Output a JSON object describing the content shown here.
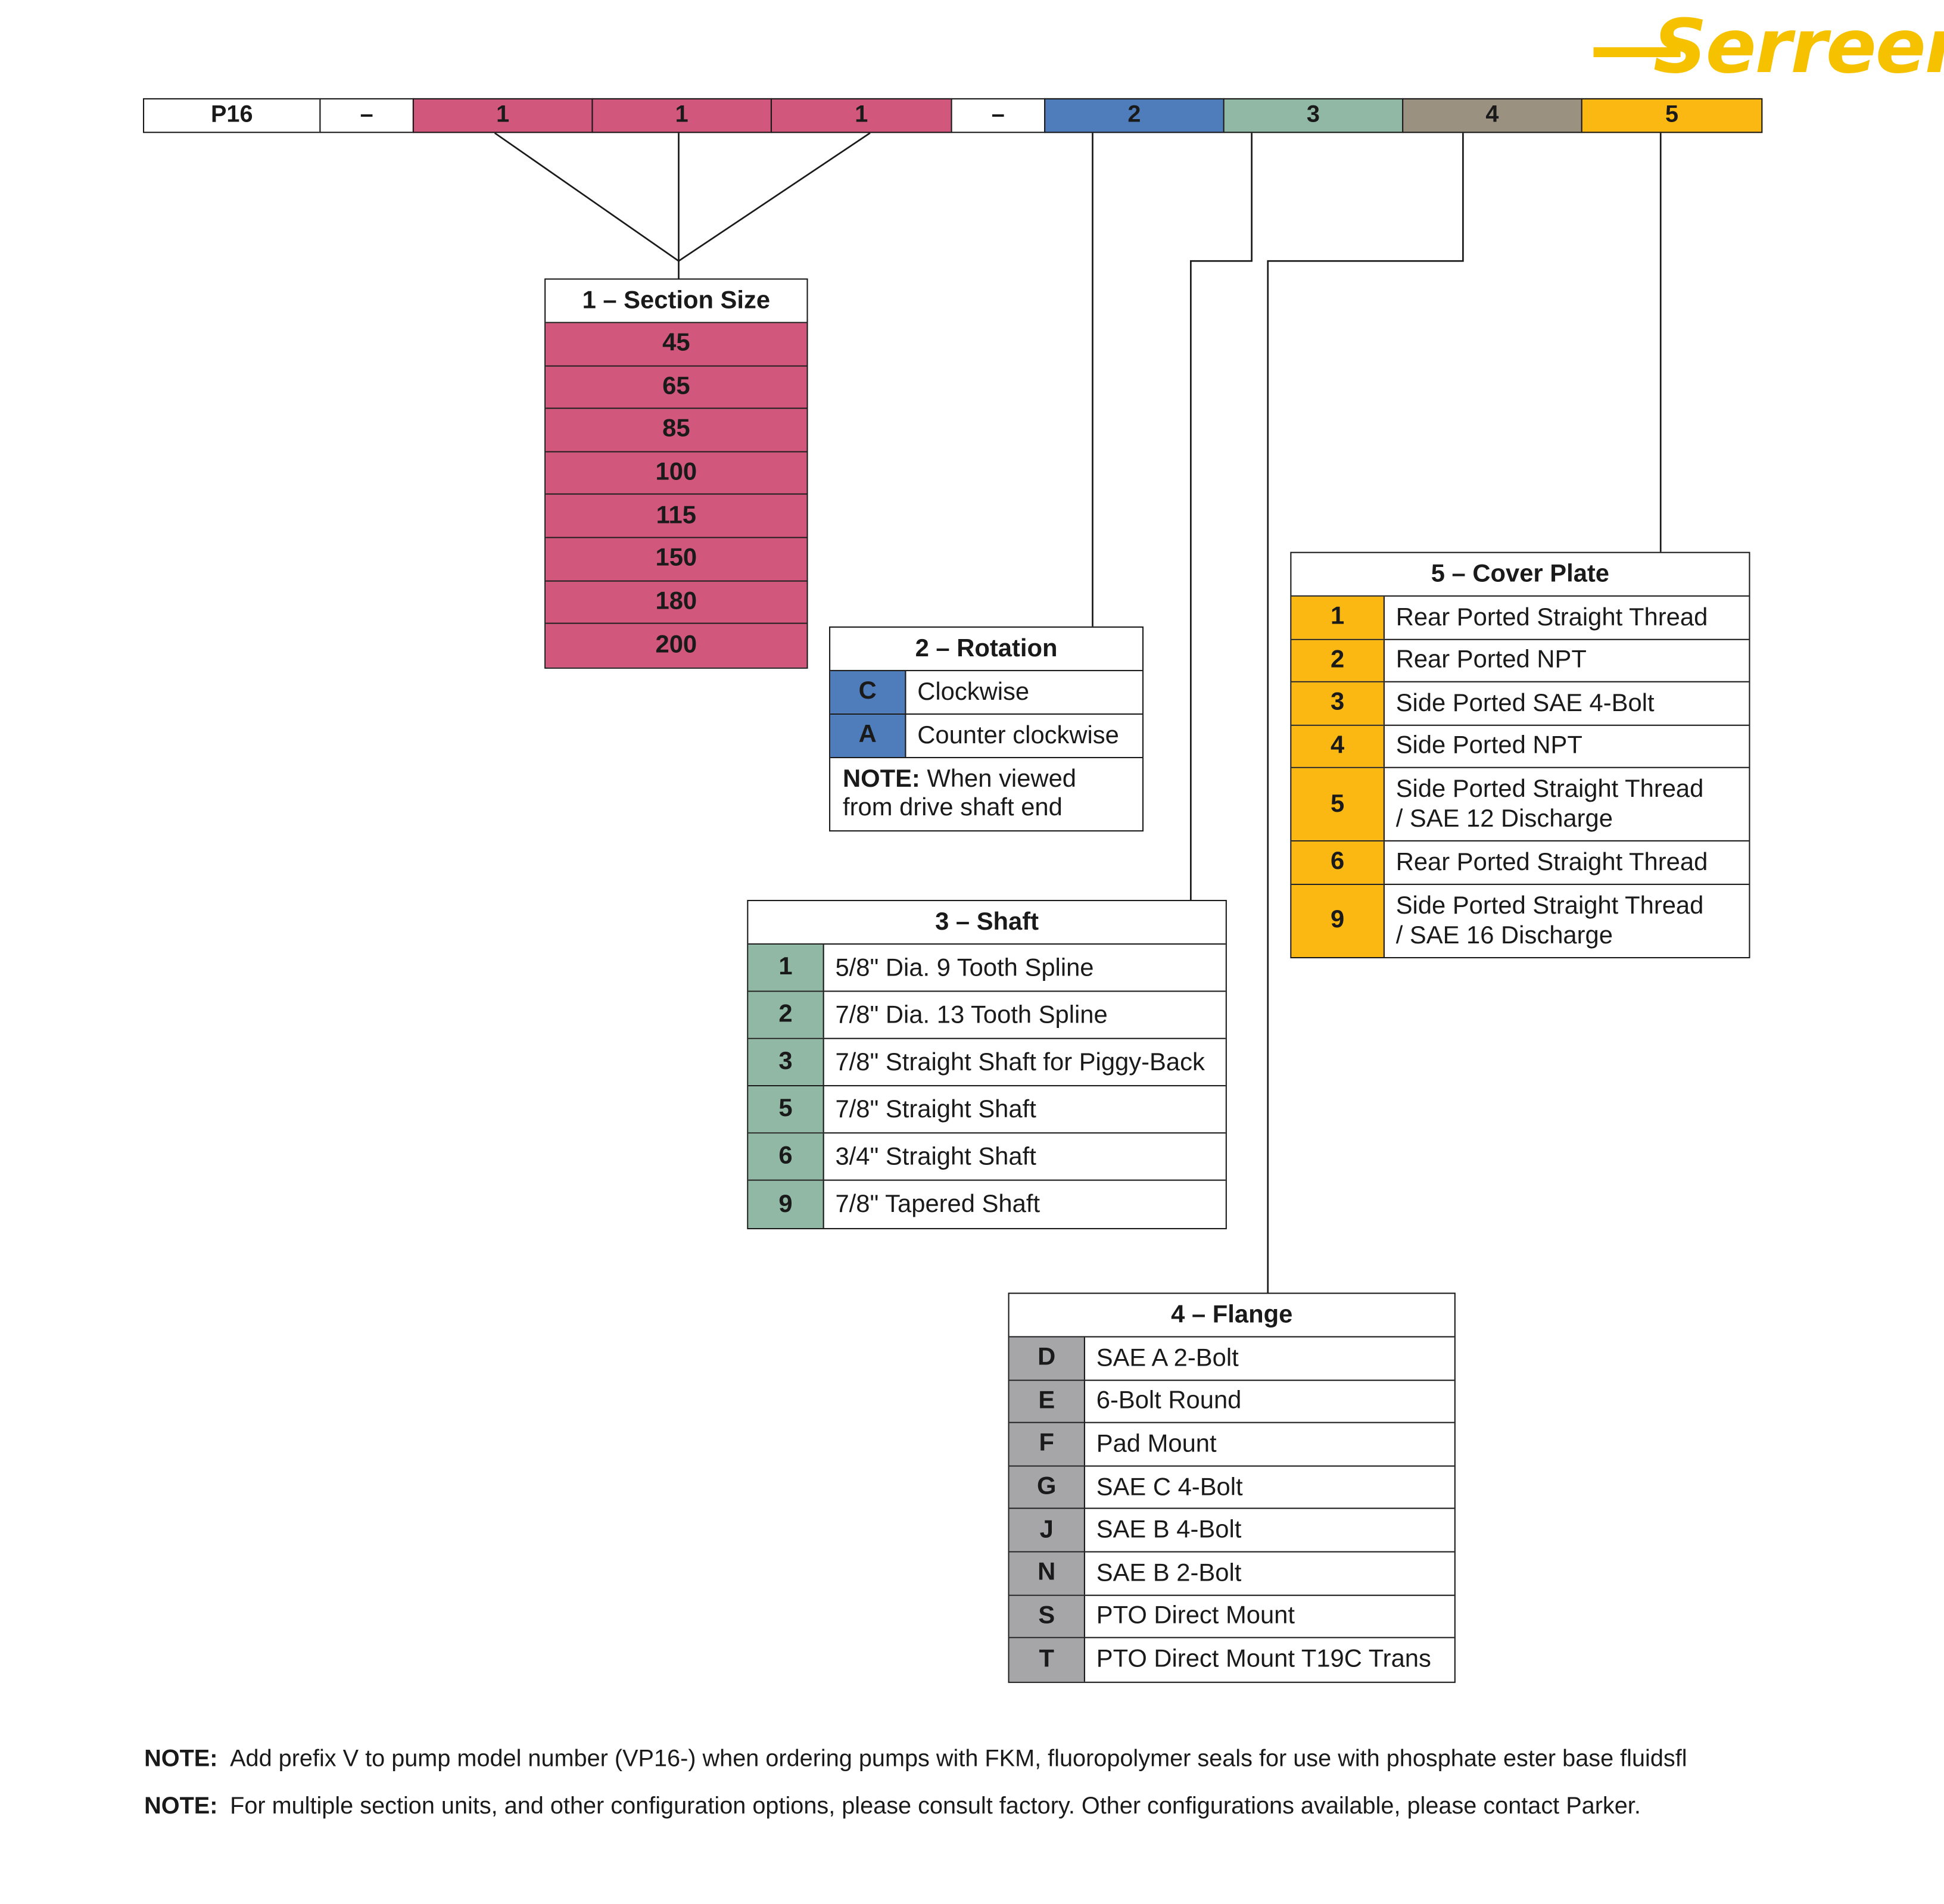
{
  "logo": {
    "text": "Serreen"
  },
  "code_bar": [
    {
      "text": "P16",
      "color": "#ffffff"
    },
    {
      "text": "–",
      "color": "#ffffff"
    },
    {
      "text": "1",
      "color": "#d1577c"
    },
    {
      "text": "1",
      "color": "#d1577c"
    },
    {
      "text": "1",
      "color": "#d1577c"
    },
    {
      "text": "–",
      "color": "#ffffff"
    },
    {
      "text": "2",
      "color": "#4f7dbc"
    },
    {
      "text": "3",
      "color": "#91b8a4"
    },
    {
      "text": "4",
      "color": "#9a9180"
    },
    {
      "text": "5",
      "color": "#fbb813"
    }
  ],
  "section_size": {
    "title": "1 – Section Size",
    "color": "#d1577c",
    "rows": [
      "45",
      "65",
      "85",
      "100",
      "115",
      "150",
      "180",
      "200"
    ]
  },
  "rotation": {
    "title": "2 – Rotation",
    "color": "#4f7dbc",
    "rows": [
      {
        "code": "C",
        "desc": "Clockwise"
      },
      {
        "code": "A",
        "desc": "Counter clockwise"
      }
    ],
    "note_label": "NOTE:",
    "note_text": " When viewed from drive shaft end"
  },
  "shaft": {
    "title": "3 – Shaft",
    "color": "#91b8a4",
    "rows": [
      {
        "code": "1",
        "desc": "5/8\" Dia. 9 Tooth Spline"
      },
      {
        "code": "2",
        "desc": "7/8\" Dia. 13 Tooth Spline"
      },
      {
        "code": "3",
        "desc": "7/8\" Straight Shaft for Piggy-Back"
      },
      {
        "code": "5",
        "desc": "7/8\" Straight Shaft"
      },
      {
        "code": "6",
        "desc": "3/4\" Straight Shaft"
      },
      {
        "code": "9",
        "desc": "7/8\" Tapered Shaft"
      }
    ]
  },
  "flange": {
    "title": "4 – Flange",
    "color": "#a6a6a9",
    "rows": [
      {
        "code": "D",
        "desc": "SAE A 2-Bolt"
      },
      {
        "code": "E",
        "desc": "6-Bolt Round"
      },
      {
        "code": "F",
        "desc": "Pad Mount"
      },
      {
        "code": "G",
        "desc": "SAE C 4-Bolt"
      },
      {
        "code": "J",
        "desc": "SAE B 4-Bolt"
      },
      {
        "code": "N",
        "desc": "SAE B 2-Bolt"
      },
      {
        "code": "S",
        "desc": "PTO Direct Mount"
      },
      {
        "code": "T",
        "desc": "PTO Direct Mount T19C Trans"
      }
    ]
  },
  "cover_plate": {
    "title": "5 – Cover Plate",
    "color": "#fbb813",
    "rows": [
      {
        "code": "1",
        "desc": "Rear Ported Straight Thread"
      },
      {
        "code": "2",
        "desc": "Rear Ported NPT"
      },
      {
        "code": "3",
        "desc": "Side Ported SAE 4-Bolt"
      },
      {
        "code": "4",
        "desc": "Side Ported NPT"
      },
      {
        "code": "5",
        "desc": "Side Ported Straight Thread / SAE 12 Discharge"
      },
      {
        "code": "6",
        "desc": "Rear Ported Straight Thread"
      },
      {
        "code": "9",
        "desc": "Side Ported Straight Thread / SAE 16 Discharge"
      }
    ]
  },
  "notes": [
    {
      "label": "NOTE:",
      "text": "Add prefix V to pump model number (VP16-) when ordering pumps with FKM, fluoropolymer seals for use with phosphate ester base fluidsfl"
    },
    {
      "label": "NOTE:",
      "text": "For multiple section units, and other configuration options, please consult factory. Other configurations available, please contact Parker."
    }
  ]
}
